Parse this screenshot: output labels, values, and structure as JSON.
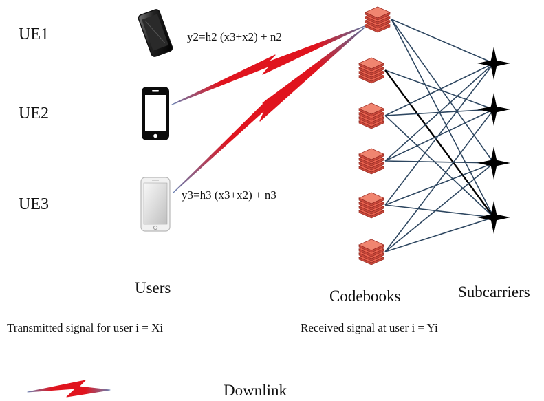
{
  "users": [
    {
      "label": "UE1",
      "device": "phone-tilted-icon"
    },
    {
      "label": "UE2",
      "device": "phone-outline-icon"
    },
    {
      "label": "UE3",
      "device": "phone-white-icon"
    }
  ],
  "equations": {
    "ue1": "y2=h2 (x3+x2) + n2",
    "ue3": "y3=h3 (x3+x2) + n3"
  },
  "section_labels": {
    "users": "Users",
    "codebooks": "Codebooks",
    "subcarriers": "Subcarriers"
  },
  "notes": {
    "transmitted": "Transmitted signal for user i = Xi",
    "received": "Received signal at user i = Yi"
  },
  "legend": {
    "downlink": "Downlink"
  },
  "codebook_count": 6,
  "subcarrier_count": 4,
  "colors": {
    "link": "#2d4660",
    "highlight_link": "#000000",
    "signal_red": "#e0141e",
    "signal_blue": "#5a6e9a",
    "codebook": "#e8624f",
    "star": "#000000"
  }
}
